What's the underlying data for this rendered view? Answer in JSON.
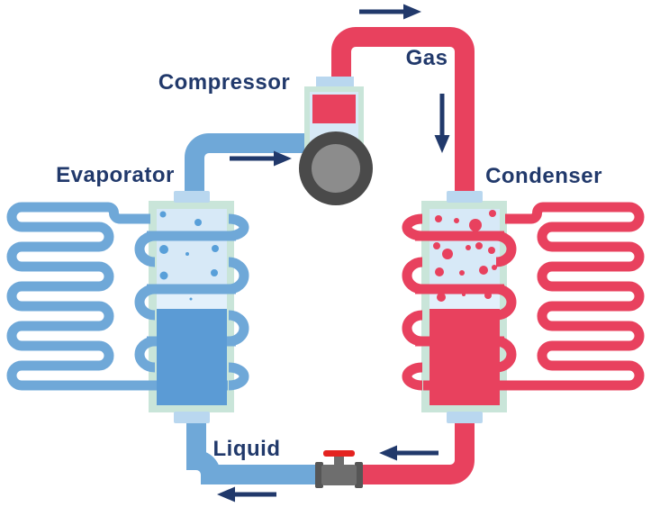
{
  "diagram": {
    "labels": {
      "compressor": "Compressor",
      "gas": "Gas",
      "evaporator": "Evaporator",
      "condenser": "Condenser",
      "liquid": "Liquid"
    },
    "colors": {
      "navy": "#21396B",
      "pipe_blue": "#6FA8D8",
      "pipe_red": "#E8415E",
      "liquid_blue": "#5B9BD5",
      "liquid_red": "#E8415E",
      "bubble_blue": "#589FD9",
      "bubble_red": "#E8415E",
      "tank_border": "#C9E5D9",
      "tank_interior": "#D7E9F7",
      "tank_interior_light": "#E3F0FB",
      "cap_blue": "#B9D7EF",
      "motor_ring": "#4A4A4A",
      "motor_core": "#8C8C8C",
      "valve_body": "#6E6E6E",
      "valve_flange": "#565656",
      "valve_handle": "#E42320",
      "background": "#FFFFFF"
    },
    "components": [
      {
        "name": "evaporator",
        "kind": "tank with coil",
        "fill": "blue liquid with bubbles"
      },
      {
        "name": "compressor",
        "kind": "pump with motor"
      },
      {
        "name": "condenser",
        "kind": "tank with coil",
        "fill": "red gas condensing to liquid"
      },
      {
        "name": "expansion-valve",
        "kind": "hand valve on liquid line"
      }
    ],
    "flow_arrows": [
      {
        "id": "top-gas",
        "direction": "right"
      },
      {
        "id": "gas-descend",
        "direction": "down"
      },
      {
        "id": "compressor-inlet",
        "direction": "right"
      },
      {
        "id": "liquid-line-right",
        "direction": "left"
      },
      {
        "id": "liquid-line-left",
        "direction": "left"
      }
    ]
  }
}
